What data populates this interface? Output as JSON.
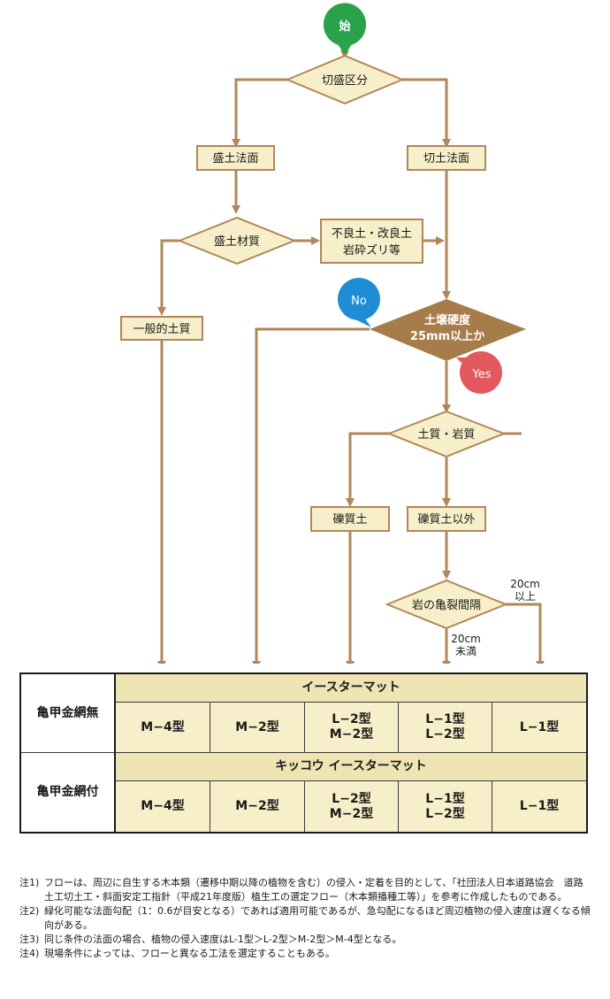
{
  "flow": {
    "start": "始",
    "cut_fill": "切盛区分",
    "fill_slope": "盛土法面",
    "cut_slope": "切土法面",
    "fill_material": "盛土材質",
    "poor_soil_line1": "不良土・改良土",
    "poor_soil_line2": "岩砕ズリ等",
    "general_soil": "一般的土質",
    "hardness_line1": "土壌硬度",
    "hardness_line2": "25mm以上か",
    "no": "No",
    "yes": "Yes",
    "soil_rock": "土質・岩質",
    "gravel": "礫質土",
    "non_gravel": "礫質土以外",
    "crack": "岩の亀裂間隔",
    "over20_line1": "20cm",
    "over20_line2": "以上",
    "under20_line1": "20cm",
    "under20_line2": "未満"
  },
  "table": {
    "row1_head": "亀甲金網無",
    "row1_product": "イースターマット",
    "row1_types": [
      [
        "M−4型"
      ],
      [
        "M−2型"
      ],
      [
        "L−2型",
        "M−2型"
      ],
      [
        "L−1型",
        "L−2型"
      ],
      [
        "L−1型"
      ]
    ],
    "row2_head": "亀甲金網付",
    "row2_product": "キッコウ イースターマット",
    "row2_types": [
      [
        "M−4型"
      ],
      [
        "M−2型"
      ],
      [
        "L−2型",
        "M−2型"
      ],
      [
        "L−1型",
        "L−2型"
      ],
      [
        "L−1型"
      ]
    ]
  },
  "notes": [
    {
      "label": "注1)",
      "text": "フローは、周辺に自生する木本類（遷移中期以降の植物を含む）の侵入・定着を目的として、「社団法人日本道路協会　道路土工切土工・斜面安定工指針（平成21年度版）植生工の選定フロー（木本類播種工等）」を参考に作成したものである。"
    },
    {
      "label": "注2)",
      "text": "緑化可能な法面勾配（1：0.6が目安となる）であれば適用可能であるが、急勾配になるほど周辺植物の侵入速度は遅くなる傾向がある。"
    },
    {
      "label": "注3)",
      "text": "同じ条件の法面の場合、植物の侵入速度はL-1型＞L-2型＞M-2型＞M-4型となる。"
    },
    {
      "label": "注4)",
      "text": "現場条件によっては、フローと異なる工法を選定することもある。"
    }
  ],
  "colors": {
    "line": "#b0875a",
    "box_fill": "#f7efc9",
    "box_stroke": "#b0875a",
    "decision_fill": "#a67c4a",
    "start_green": "#2aa24a",
    "no_blue": "#1f8dd6",
    "yes_red": "#e3585e"
  }
}
